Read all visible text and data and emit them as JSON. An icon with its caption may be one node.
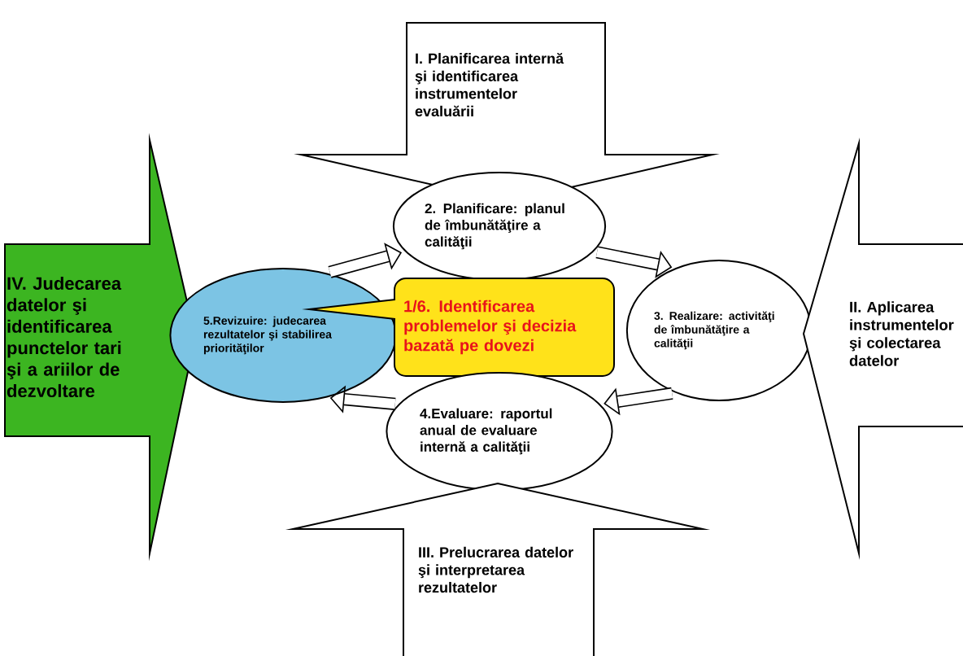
{
  "diagram": {
    "nodes": [
      {
        "text": [
          "I. Planificarea internă şi identificarea instrumentelor evaluării"
        ]
      },
      {
        "text": [
          "2. Planificare: planul de îmbunătăţire a calităţii"
        ]
      },
      {
        "text": [
          "IV. Judecarea datelor şi identificarea punctelor tari şi a ariilor de dezvoltare"
        ]
      },
      {
        "text": [
          "5.Revizuire: judecarea rezultatelor şi stabilirea priorităţilor"
        ]
      },
      {
        "text": [
          "1/6. Identificarea problemelor şi decizia bazată pe dovezi"
        ]
      },
      {
        "text": [
          "3. Realizare: activităţi de îmbunătăţire a calităţii"
        ]
      },
      {
        "text": [
          "II. Aplicarea instrumentelor şi colectarea datelor"
        ]
      },
      {
        "text": [
          "4.Evaluare: raportul anual de evaluare internă a calităţii"
        ]
      },
      {
        "text": [
          "III. Prelucrarea datelor şi interpretarea rezultatelor"
        ]
      }
    ],
    "edges": [
      {
        "from": 1,
        "to": 5,
        "arrow": "to"
      },
      {
        "from": 5,
        "to": 7,
        "arrow": "to"
      },
      {
        "from": 7,
        "to": 3,
        "arrow": "to"
      },
      {
        "from": 3,
        "to": 1,
        "arrow": "to"
      }
    ]
  }
}
